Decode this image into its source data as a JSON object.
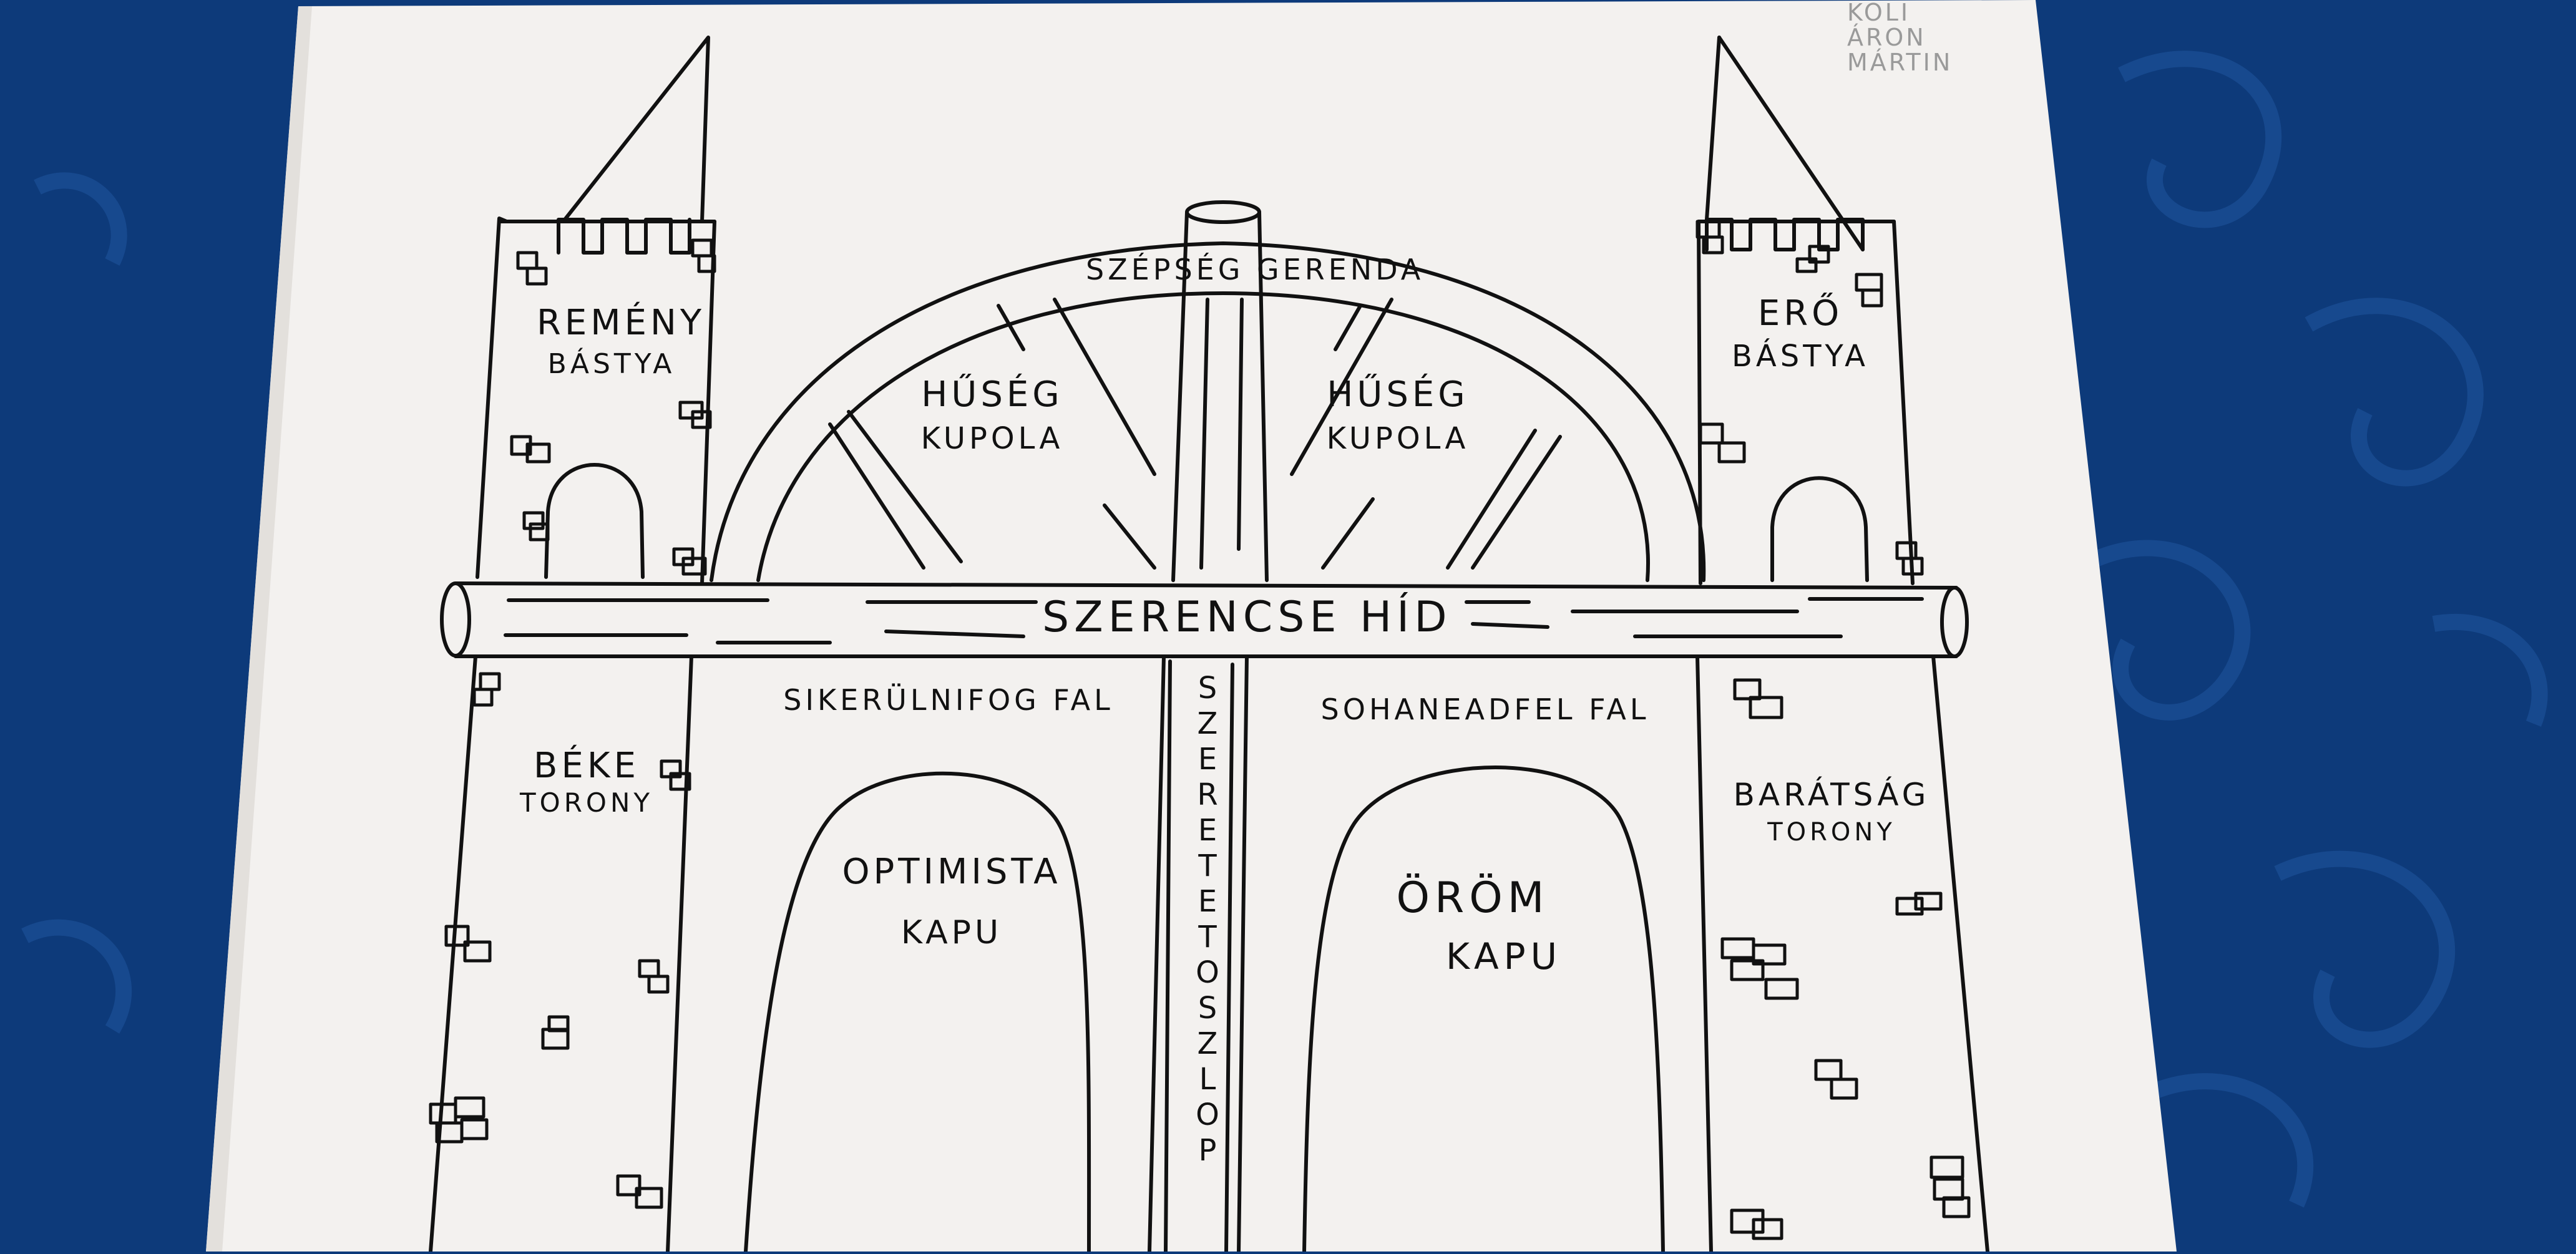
{
  "colors": {
    "tablecloth": "#0d3a7a",
    "tablecloth_pattern": "#1a4d94",
    "paper": "#f3f1ef",
    "ink": "#111111",
    "author_pencil": "#9a9a9a"
  },
  "author": [
    "KOLI",
    "ÁRON",
    "MÁRTIN"
  ],
  "labels": {
    "left_bastion": [
      "REMÉNY",
      "BÁSTYA"
    ],
    "right_bastion": [
      "ERŐ",
      "BÁSTYA"
    ],
    "beam": "SZÉPSÉG GERENDA",
    "left_dome": [
      "HŰSÉG",
      "KUPOLA"
    ],
    "right_dome": [
      "HŰSÉG",
      "KUPOLA"
    ],
    "bridge": "SZERENCSE HÍD",
    "left_wall": "SIKERÜLNIFOG FAL",
    "right_wall": "SOHANEADFEL FAL",
    "column": "SZERETETOSZLOP",
    "left_tower": [
      "BÉKE",
      "TORONY"
    ],
    "right_tower": [
      "BARÁTSÁG",
      "TORONY"
    ],
    "left_gate": [
      "OPTIMISTA",
      "KAPU"
    ],
    "right_gate": [
      "ÖRÖM",
      "KAPU"
    ]
  }
}
